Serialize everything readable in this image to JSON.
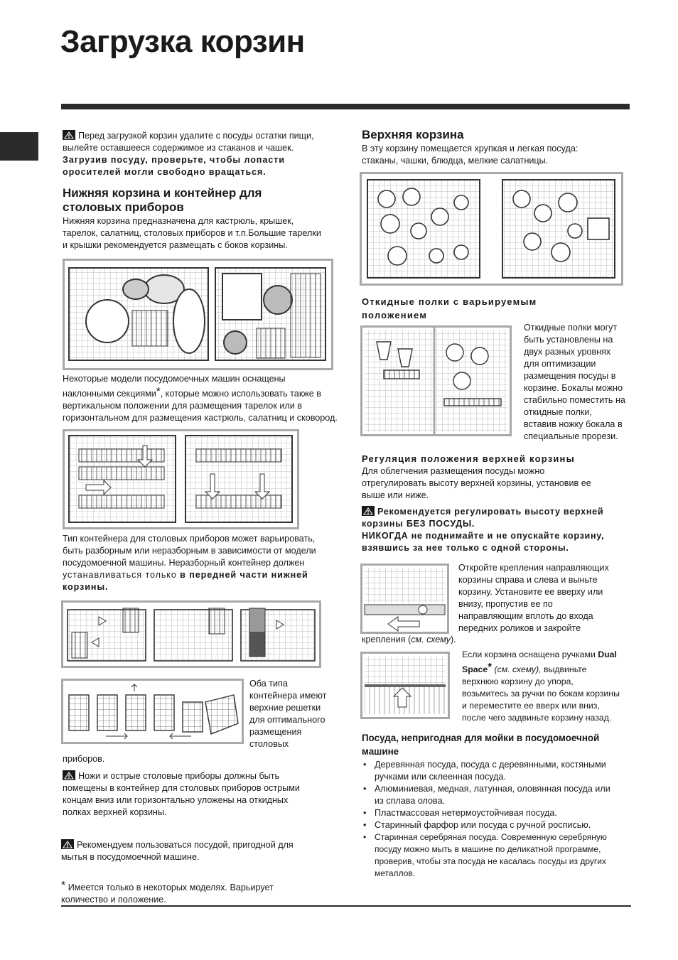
{
  "title": "Загрузка корзин",
  "warning_intro": {
    "text1": "Перед загрузкой корзин удалите с посуды остатки пищи, вылейте оставшееся содержимое из стаканов и чашек.",
    "text2": "Загрузив посуду, проверьте, чтобы лопасти оросителей могли свободно вращаться."
  },
  "lower": {
    "heading_line1": "Нижняя корзина и контейнер для",
    "heading_line2": "столовых приборов",
    "p1_l1": "Нижняя корзина предназначена для кастрюль, крышек,",
    "p1_l2": "тарелок, салатниц, столовых приборов и т.п.Большие тарелки",
    "p1_l3": "и крышки рекомендуется размещать с боков корзины.",
    "p2_l1": "Некоторые модели посудомоечных машин оснащены",
    "p2_l2a": "наклонными секциями",
    "p2_star": "*",
    "p2_l2b": ", которые можно использовать также в",
    "p2_l3": "вертикальном положении для размещения тарелок или в",
    "p2_l4": "горизонтальном для размещения кастрюль, салатниц и сковород.",
    "p3_l1": "Тип контейнера для столовых приборов может варьировать,",
    "p3_l2": "быть разборным или неразборным в зависимости от модели",
    "p3_l3": "посудомоечной машины. Неразборный контейнер должен",
    "p3_l4a": "устанавливаться только ",
    "p3_l4b": "в передней части нижней",
    "p3_l5": "корзины.",
    "both_l1": "Оба типа",
    "both_l2": "контейнера имеют",
    "both_l3": "верхние решетки",
    "both_l4": "для оптимального",
    "both_l5": "размещения",
    "both_l6": "столовых",
    "both_l7": "приборов.",
    "knives_l1": "Ножи и острые столовые приборы должны быть",
    "knives_l2": "помещены в контейнер для столовых приборов острыми",
    "knives_l3": "концам вниз или горизонтально уложены на откидных",
    "knives_l4": "полках верхней корзины.",
    "recommend_l1": "Рекомендуем пользоваться посудой, пригодной для",
    "recommend_l2": "мытья в посудомоечной машине.",
    "footnote_star": "*",
    "footnote_l1": "Имеется только в некоторых моделях.  Варьирует",
    "footnote_l2": "количество и положение."
  },
  "upper": {
    "heading": "Верхняя корзина",
    "p1_l1": "В эту корзину помещается хрупкая и легкая посуда:",
    "p1_l2": "стаканы, чашки, блюдца, мелкие салатницы.",
    "shelves_heading_l1": "Откидные полки с варьируемым",
    "shelves_heading_l2": "положением",
    "shelves_lines": [
      "Откидные полки могут",
      "быть установлены на",
      "двух разных уровнях",
      "для оптимизации",
      "размещения посуды в",
      "корзине. Бокалы можно",
      "стабильно поместить на",
      "откидные полки,",
      "вставив ножку бокала в",
      "специальные прорези."
    ],
    "adjust_heading": "Регуляция положения верхней корзины",
    "adjust_l1": "Для облегчения размещения посуды можно",
    "adjust_l2": "отрегулировать высоту верхней корзины, установив ее",
    "adjust_l3": "выше или ниже.",
    "warn2_l1": "Рекомендуется регулировать высоту верхней",
    "warn2_l2": "корзины БЕЗ ПОСУДЫ.",
    "warn2_l3": "НИКОГДА не поднимайте и не опускайте корзину,",
    "warn2_l4": "взявшись за нее только с одной стороны.",
    "rails_lines": [
      "Откройте крепления направляющих",
      "корзины справа и слева и выньте",
      "корзину. Установите ее вверху или",
      "внизу, пропустив ее по",
      "направляющим вплоть до входа",
      "передних роликов и закройте"
    ],
    "rails_last_a": "крепления (",
    "rails_last_i": "см. схему",
    "rails_last_b": ").",
    "dual_l1a": "Если корзина оснащена ручками ",
    "dual_l1b": "Dual",
    "dual_l2a": "Space",
    "dual_star": "*",
    "dual_l2i": " (см. схему),",
    "dual_l2b": " выдвиньте",
    "dual_l3": "верхнюю корзину до упора,",
    "dual_l4": "возьмитесь за ручки по бокам корзины",
    "dual_l5": "и переместите ее вверх или вниз,",
    "dual_l6": "после чего задвиньте корзину назад.",
    "unsuitable_heading_l1": "Посуда, непригодная для мойки в посудомоечной",
    "unsuitable_heading_l2": "машине",
    "unsuitable_items": [
      [
        "Деревянная посуда, посуда с деревянными, костяными",
        "ручками или склеенная посуда."
      ],
      [
        "Алюминиевая, медная, латунная, оловянная посуда или",
        "из сплава олова."
      ],
      [
        "Пластмассовая нетермоустойчивая посуда."
      ],
      [
        "Старинный фарфор или посуда с ручной росписью."
      ],
      [
        "Старинная серебряная посуда. Современную серебряную",
        "посуду можно мыть в машине по деликатной программе,",
        "проверив, чтобы эта посуда не касалась посуды из других",
        "металлов."
      ]
    ]
  },
  "icons": {
    "warning": "warning-triangle-icon"
  },
  "colors": {
    "bar": "#2b2b2b",
    "frame": "#a8a8a8"
  }
}
